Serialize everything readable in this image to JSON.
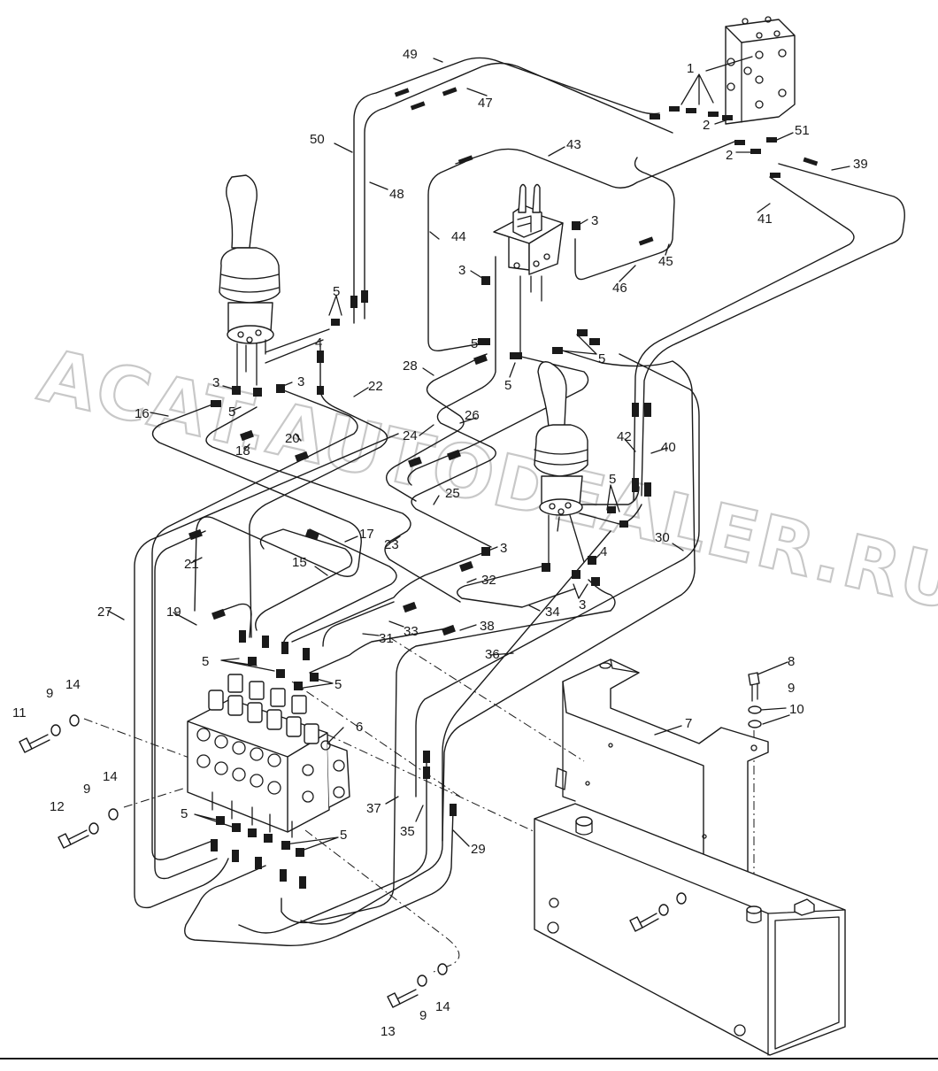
{
  "watermark": "ACAT.AUTODEALER.RU",
  "callouts": [
    {
      "id": "c49",
      "text": "49"
    },
    {
      "id": "c47",
      "text": "47"
    },
    {
      "id": "c1",
      "text": "1"
    },
    {
      "id": "c2a",
      "text": "2"
    },
    {
      "id": "c51",
      "text": "51"
    },
    {
      "id": "c2b",
      "text": "2"
    },
    {
      "id": "c39",
      "text": "39"
    },
    {
      "id": "c41",
      "text": "41"
    },
    {
      "id": "c50",
      "text": "50"
    },
    {
      "id": "c48",
      "text": "48"
    },
    {
      "id": "c43",
      "text": "43"
    },
    {
      "id": "c44",
      "text": "44"
    },
    {
      "id": "c3a",
      "text": "3"
    },
    {
      "id": "c45",
      "text": "45"
    },
    {
      "id": "c3b",
      "text": "3"
    },
    {
      "id": "c46",
      "text": "46"
    },
    {
      "id": "c5a",
      "text": "5"
    },
    {
      "id": "c4a",
      "text": "4"
    },
    {
      "id": "c5b",
      "text": "5"
    },
    {
      "id": "c5c",
      "text": "5"
    },
    {
      "id": "c5d",
      "text": "5"
    },
    {
      "id": "c28",
      "text": "28"
    },
    {
      "id": "c3c",
      "text": "3"
    },
    {
      "id": "c3d",
      "text": "3"
    },
    {
      "id": "c22",
      "text": "22"
    },
    {
      "id": "c16",
      "text": "16"
    },
    {
      "id": "c5e",
      "text": "5"
    },
    {
      "id": "c20",
      "text": "20"
    },
    {
      "id": "c26",
      "text": "26"
    },
    {
      "id": "c24",
      "text": "24"
    },
    {
      "id": "c18",
      "text": "18"
    },
    {
      "id": "c42",
      "text": "42"
    },
    {
      "id": "c40",
      "text": "40"
    },
    {
      "id": "c25",
      "text": "25"
    },
    {
      "id": "c5f",
      "text": "5"
    },
    {
      "id": "c17",
      "text": "17"
    },
    {
      "id": "c23",
      "text": "23"
    },
    {
      "id": "c30",
      "text": "30"
    },
    {
      "id": "c3e",
      "text": "3"
    },
    {
      "id": "c4b",
      "text": "4"
    },
    {
      "id": "c21",
      "text": "21"
    },
    {
      "id": "c15",
      "text": "15"
    },
    {
      "id": "c32",
      "text": "32"
    },
    {
      "id": "c3f",
      "text": "3"
    },
    {
      "id": "c34",
      "text": "34"
    },
    {
      "id": "c27",
      "text": "27"
    },
    {
      "id": "c19",
      "text": "19"
    },
    {
      "id": "c33",
      "text": "33"
    },
    {
      "id": "c31",
      "text": "31"
    },
    {
      "id": "c38",
      "text": "38"
    },
    {
      "id": "c36",
      "text": "36"
    },
    {
      "id": "c5g",
      "text": "5"
    },
    {
      "id": "c5h",
      "text": "5"
    },
    {
      "id": "c8",
      "text": "8"
    },
    {
      "id": "c9a",
      "text": "9"
    },
    {
      "id": "c14a",
      "text": "14"
    },
    {
      "id": "c9b",
      "text": "9"
    },
    {
      "id": "c10",
      "text": "10"
    },
    {
      "id": "c11",
      "text": "11"
    },
    {
      "id": "c6",
      "text": "6"
    },
    {
      "id": "c7",
      "text": "7"
    },
    {
      "id": "c9c",
      "text": "9"
    },
    {
      "id": "c14b",
      "text": "14"
    },
    {
      "id": "c12",
      "text": "12"
    },
    {
      "id": "c5i",
      "text": "5"
    },
    {
      "id": "c37",
      "text": "37"
    },
    {
      "id": "c35",
      "text": "35"
    },
    {
      "id": "c5j",
      "text": "5"
    },
    {
      "id": "c29",
      "text": "29"
    },
    {
      "id": "c13",
      "text": "13"
    },
    {
      "id": "c9d",
      "text": "9"
    },
    {
      "id": "c14c",
      "text": "14"
    }
  ]
}
